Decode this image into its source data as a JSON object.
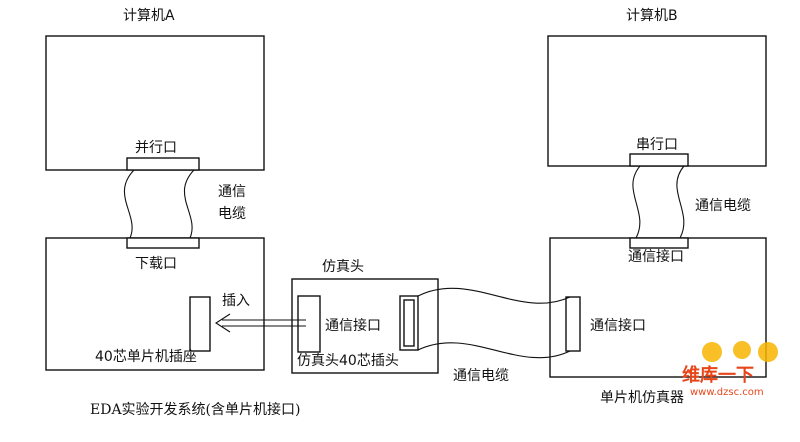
{
  "diagram": {
    "computer_a": {
      "title": "计算机A",
      "port": "并行口"
    },
    "computer_b": {
      "title": "计算机B",
      "port": "串行口"
    },
    "cable_a_label_line1": "通信",
    "cable_a_label_line2": "电缆",
    "cable_b_label": "通信电缆",
    "board": {
      "port": "下载口",
      "socket": "40芯单片机插座",
      "insert_label": "插入"
    },
    "emulator_head": {
      "title": "仿真头",
      "port": "通信接口",
      "plug": "仿真头40芯插头"
    },
    "emulator": {
      "port_top": "通信接口",
      "port_inner": "通信接口",
      "title": "单片机仿真器"
    },
    "long_cable_label": "通信电缆",
    "caption": "EDA实验开发系统(含单片机接口)"
  },
  "watermark": {
    "brand_text": "维库一下",
    "url_text": "www.dzsc.com",
    "colors": {
      "brand": "#e8461a",
      "accent": "#f7b500"
    }
  }
}
